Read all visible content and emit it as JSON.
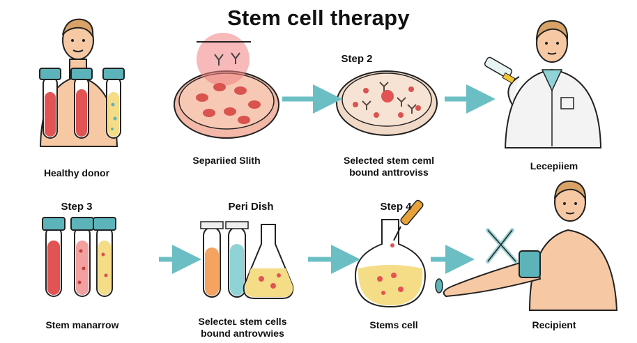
{
  "title": "Stem cell therapy",
  "steps": {
    "step2": "Step 2",
    "step3": "Step 3",
    "step4": "Step 4",
    "peri_dish": "Peri Dish"
  },
  "captions": {
    "healthy_donor": "Healthy donor",
    "separated": "Separiied Slith",
    "selected_top_1": "Selected stem ceml",
    "selected_top_2": "bound anttroviss",
    "lecepiiem": "Lecepiiem",
    "stem_marrow": "Stem manarrow",
    "selected_bottom_1": "Selecteʟ stem cells",
    "selected_bottom_2": "bound antrovwies",
    "stems_cell": "Stems cell",
    "recipient": "Recipient"
  },
  "colors": {
    "arrow": "#6bbfc4",
    "skin": "#f6c9a4",
    "blood": "#e25454",
    "yellow_fluid": "#f5dc86",
    "tube_cap": "#5db3ba",
    "dish_cell": "#d9534f"
  }
}
